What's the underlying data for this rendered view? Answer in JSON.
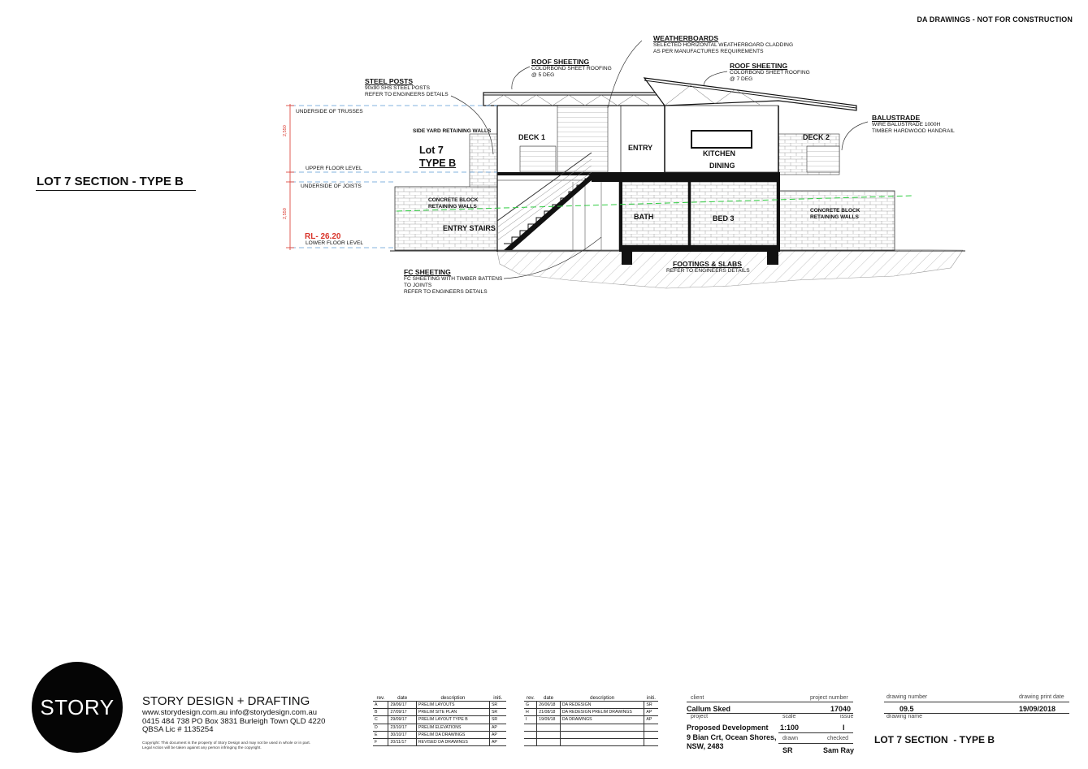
{
  "header": {
    "notice": "DA DRAWINGS - NOT FOR CONSTRUCTION"
  },
  "section_title": "LOT 7 SECTION - TYPE B",
  "lot_label": {
    "line1": "Lot 7",
    "line2": "TYPE B"
  },
  "callouts": {
    "weatherboards": {
      "title": "WEATHERBOARDS",
      "lines": [
        "SELECTED HORIZONTAL WEATHERBOARD CLADDING",
        "AS PER MANUFACTURES REQUIREMENTS"
      ]
    },
    "roof_left": {
      "title": "ROOF SHEETING",
      "lines": [
        "COLORBOND SHEET ROOFING",
        "@ 5 DEG"
      ]
    },
    "roof_right": {
      "title": "ROOF SHEETING",
      "lines": [
        "COLORBOND SHEET ROOFING",
        "@ 7 DEG"
      ]
    },
    "steel_posts": {
      "title": "STEEL POSTS",
      "lines": [
        "90x90 SHS STEEL POSTS",
        "REFER TO ENGINEERS DETAILS"
      ]
    },
    "balustrade": {
      "title": "BALUSTRADE",
      "lines": [
        "WIRE BALUSTRADE 1000H",
        "TIMBER HARDWOOD HANDRAIL"
      ]
    },
    "fc_sheeting": {
      "title": "FC SHEETING",
      "lines": [
        "FC SHEETING WITH TIMBER BATTENS",
        "TO JOINTS",
        "REFER TO ENGINEERS DETAILS"
      ]
    },
    "footings": {
      "title": "FOOTINGS & SLABS",
      "lines": [
        "REFER TO ENGINEERS DETAILS"
      ]
    }
  },
  "levels": {
    "underside_trusses": "UNDERSIDE OF TRUSSES",
    "upper_floor": "UPPER FLOOR LEVEL",
    "underside_joists": "UNDERSIDE OF JOISTS",
    "rl": "RL- 26.20",
    "lower_floor": "LOWER FLOOR LEVEL",
    "dim_upper": "2,550",
    "dim_lower": "2,550"
  },
  "rooms": {
    "side_yard": "SIDE YARD RETAINING WALLS",
    "deck1": "DECK 1",
    "entry": "ENTRY",
    "kitchen": "KITCHEN",
    "dining": "DINING",
    "deck2": "DECK 2",
    "concrete_left_1": "CONCRETE BLOCK",
    "concrete_left_2": "RETAINING WALLS",
    "entry_stairs": "ENTRY STAIRS",
    "bath": "BATH",
    "bed3": "BED 3",
    "concrete_right_1": "CONCRETE BLOCK",
    "concrete_right_2": "RETAINING WALLS"
  },
  "company": {
    "logo": "STORY",
    "name": "STORY DESIGN + DRAFTING",
    "line1": "www.storydesign.com.au      info@storydesign.com.au",
    "line2": "0415 484 738   PO Box 3831 Burleigh Town QLD 4220",
    "line3": "QBSA Lic # 1135254",
    "copyright": "Copyright: This document is the property of Story Design and may not be used in whole or in part. Legal Action will be taken against any person infringing the copyright."
  },
  "revisions_left": {
    "headers": [
      "rev.",
      "date",
      "description",
      "initi."
    ],
    "rows": [
      [
        "A",
        "29/06/17",
        "PRELIM LAYOUTS",
        "SR"
      ],
      [
        "B",
        "27/09/17",
        "PRELIM SITE PLAN",
        "SR"
      ],
      [
        "C",
        "29/09/17",
        "PRELIM LAYOUT TYPE B",
        "SR"
      ],
      [
        "D",
        "23/10/17",
        "PRELIM ELEVATIONS",
        "AP"
      ],
      [
        "E",
        "30/10/17",
        "PRELIM DA DRAWINGS",
        "AP"
      ],
      [
        "F",
        "20/11/17",
        "REVISED DA DRAWINGS",
        "AP"
      ]
    ]
  },
  "revisions_right": {
    "headers": [
      "rev.",
      "date",
      "description",
      "initi."
    ],
    "rows": [
      [
        "G",
        "26/06/18",
        "DA REDESIGN",
        "SR"
      ],
      [
        "H",
        "21/08/18",
        "DA REDESIGN PRELIM DRAWINGS",
        "AP"
      ],
      [
        "I",
        "19/09/18",
        "DA DRAWINGS",
        "AP"
      ],
      [
        "",
        "",
        "",
        ""
      ],
      [
        "",
        "",
        "",
        ""
      ],
      [
        "",
        "",
        "",
        ""
      ]
    ]
  },
  "title_block": {
    "client_label": "client",
    "client": "Callum Sked",
    "project_number_label": "project number",
    "project_number": "17040",
    "drawing_number_label": "drawing number",
    "drawing_number": "09.5",
    "print_date_label": "drawing print date",
    "print_date": "19/09/2018",
    "project_label": "project",
    "scale_label": "scale",
    "issue_label": "issue",
    "drawing_name_label": "drawing name",
    "project_line1": "Proposed Development",
    "project_line2": "9 Bian Crt, Ocean Shores,",
    "project_line3": "NSW, 2483",
    "scale": "1:100",
    "issue": "I",
    "drawn_label": "drawn",
    "checked_label": "checked",
    "drawn": "SR",
    "checked": "Sam Ray",
    "drawing_name": "LOT 7 SECTION  - TYPE B"
  }
}
